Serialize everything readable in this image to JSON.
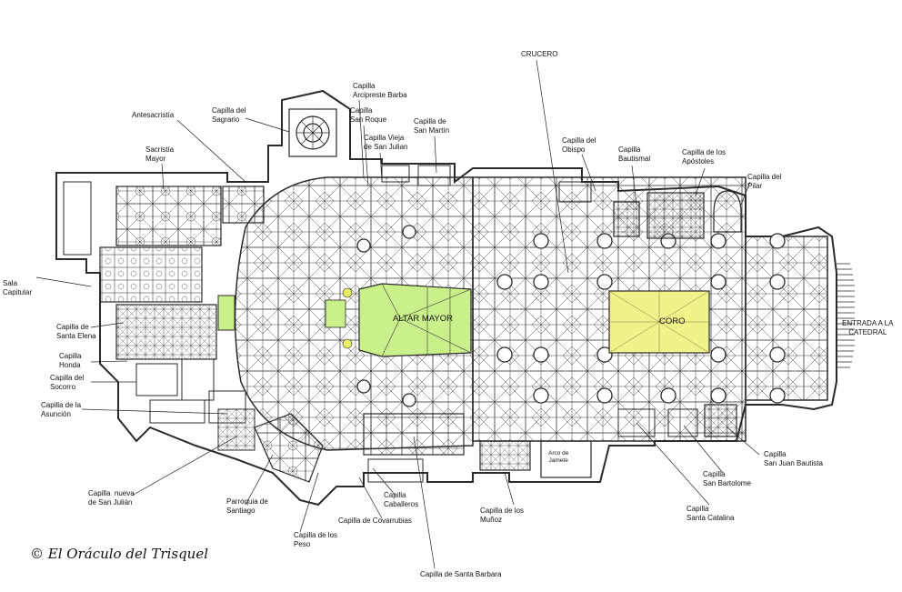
{
  "labels": {
    "crucero": "CRUCERO",
    "capilla_arcipreste_barba": "Capilla\nArcipreste Barba",
    "capilla_san_roque": "Capilla\nSan Roque",
    "capilla_vieja_san_julian": "Capilla Vieja\nde San Julian",
    "capilla_san_martin": "Capilla de\nSan Martín",
    "antesacristia": "Antesacristía",
    "capilla_sagrario": "Capilla del\nSagrario",
    "sacristia_mayor": "Sacristía\nMayor",
    "capilla_obispo": "Capilla del\nObispo",
    "capilla_bautismal": "Capilla\nBautismal",
    "capilla_apostoles": "Capilla de los\nApóstoles",
    "capilla_pilar": "Capilla del\nPilar",
    "sala_capitular": "Sala\nCapitular",
    "capilla_santa_elena": "Capilla de\nSanta Elena",
    "capilla_honda": "Capilla\nHonda",
    "capilla_socorro": "Capilla del\nSocorro",
    "capilla_asuncion": "Capilla de la\nAsunción",
    "capilla_nueva_san_julian": "Capilla  nueva\nde San Julián",
    "parroquia_santiago": "Parroquia de\nSantiago",
    "capilla_peso": "Capilla de los\nPeso",
    "capilla_caballeros": "Capilla\nCaballeros",
    "capilla_covarrubias": "Capilla de Covarrubias",
    "capilla_munoz": "Capilla de los\nMuñoz",
    "arco_jamete": "Arco de\nJamete",
    "capilla_santa_barbara": "Capilla de Santa Barbara",
    "capilla_santa_catalina": "Capilla\nSanta Catalina",
    "capilla_san_bartolome": "Capilla\nSan Bartolome",
    "capilla_san_juan_bautista": "Capilla\nSan Juan Bautista",
    "entrada": "ENTRADA A LA\nCATEDRAL",
    "altar_mayor": "ALTAR MAYOR",
    "coro": "CORO"
  },
  "credit": "© El Oráculo del Trisquel",
  "colors": {
    "altar_fill": "#c9f08a",
    "coro_fill": "#f0f28a",
    "line": "#2a2a2a"
  }
}
